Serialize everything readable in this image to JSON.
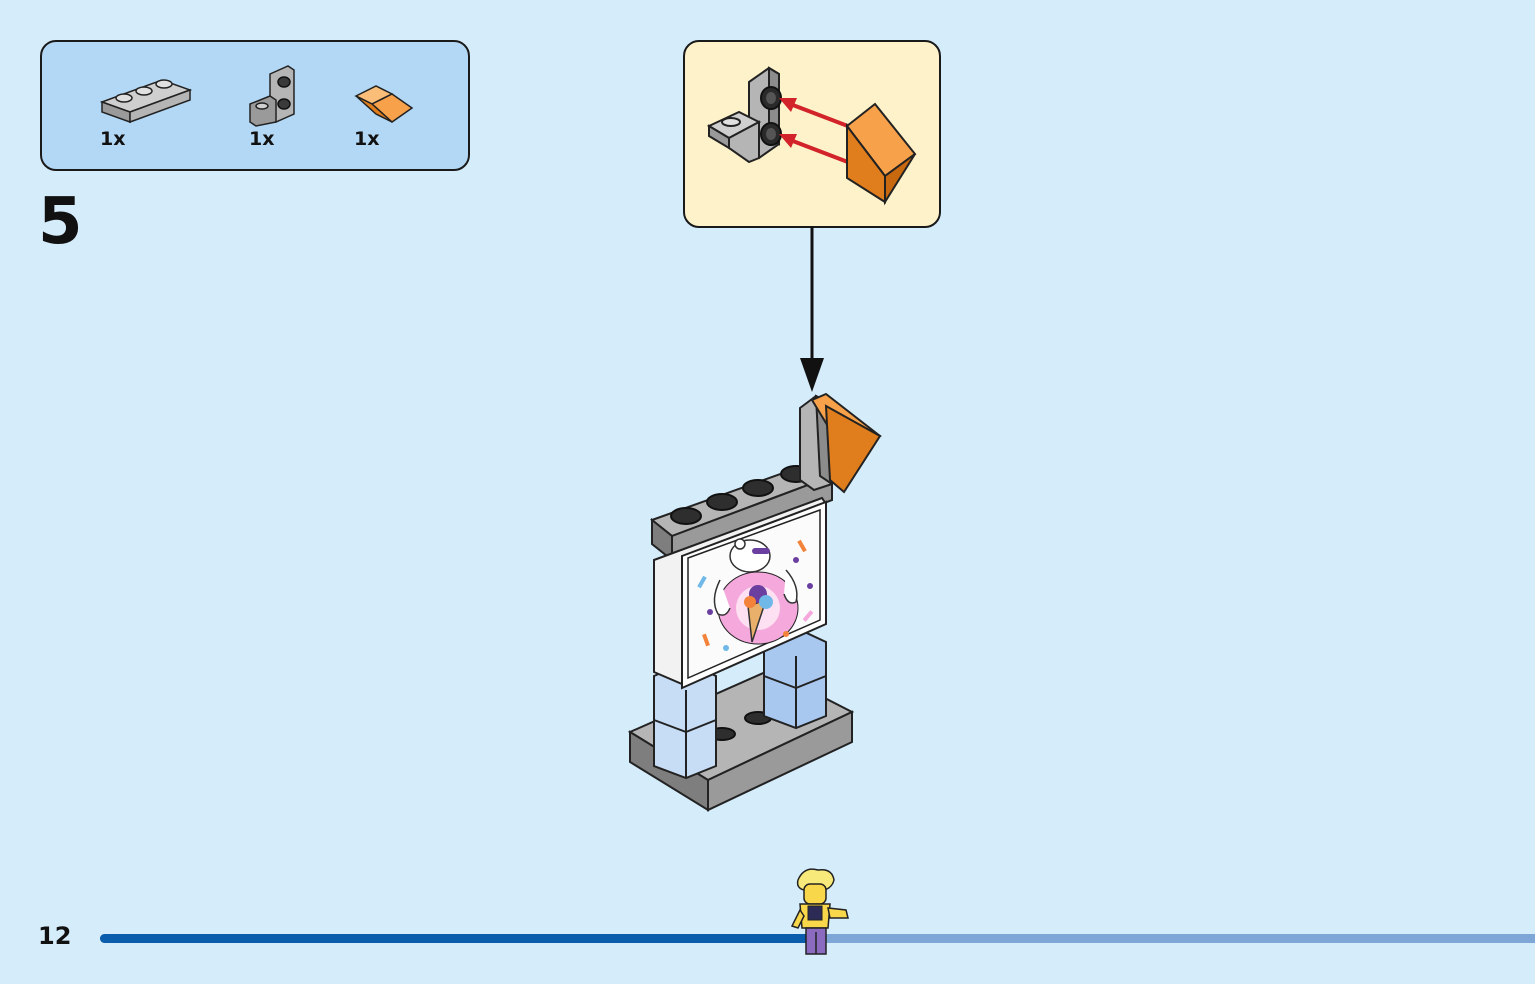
{
  "parts_list": {
    "items": [
      {
        "part": "gray-plate-1x3",
        "icon": "gray-plate-icon",
        "color": "#b5b5b5",
        "quantity": "1x"
      },
      {
        "part": "gray-bracket",
        "icon": "gray-bracket-icon",
        "color": "#b5b5b5",
        "quantity": "1x"
      },
      {
        "part": "orange-slope",
        "icon": "orange-slope-icon",
        "color": "#f7a24a",
        "quantity": "1x"
      }
    ],
    "background_color": "#b3d8f5"
  },
  "step": {
    "number": "5"
  },
  "callout": {
    "background_color": "#fdf2c9",
    "arrow_color": "#d2232a",
    "icon": "bracket-slope-assembly-icon"
  },
  "model": {
    "icon": "ice-cream-billboard-model",
    "poster_icon": "polar-bear-ice-cream-icon"
  },
  "footer": {
    "page_number": "12",
    "progress": 0.495,
    "progress_fill_color": "#0a5cad",
    "progress_track_color": "#7ea7d8",
    "figure_icon": "minifigure-icon"
  }
}
